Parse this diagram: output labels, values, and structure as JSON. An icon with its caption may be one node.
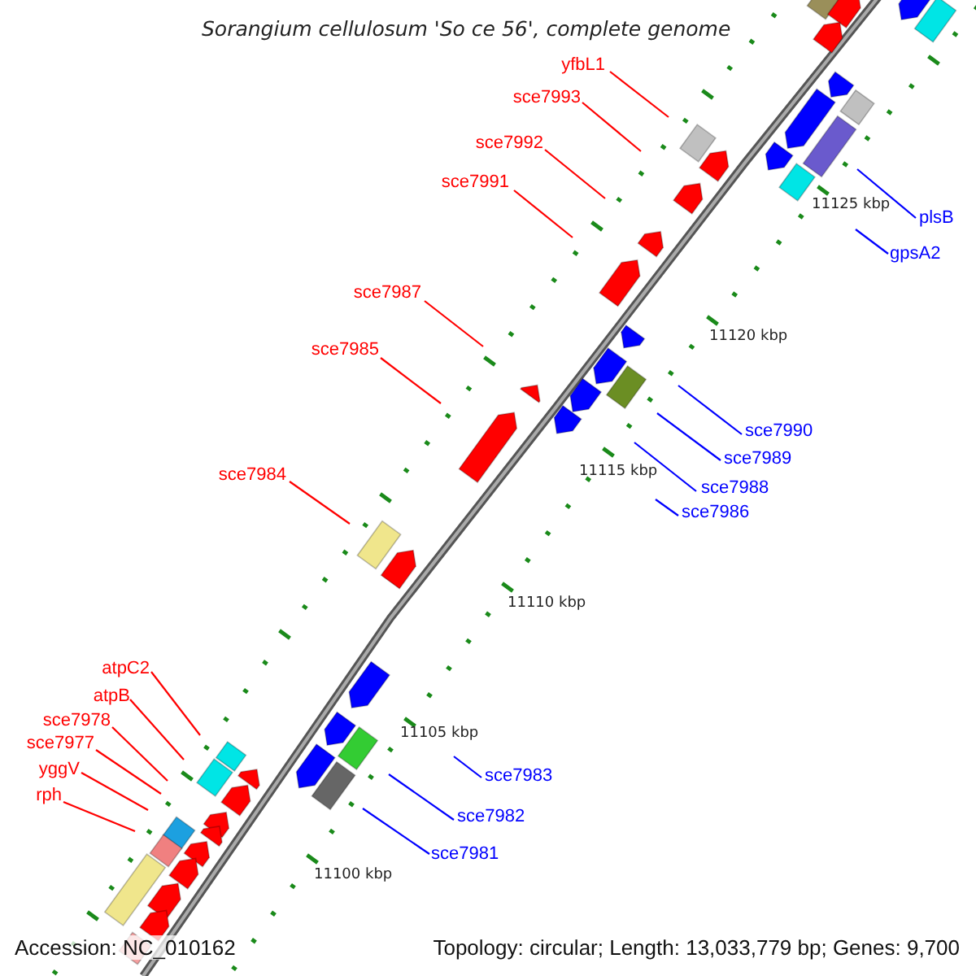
{
  "diagram": {
    "title": "Sorangium cellulosum 'So ce 56', complete genome",
    "nodes": [
      {
        "text": [
          "yfbL1"
        ]
      },
      {
        "text": [
          "sce7993"
        ]
      },
      {
        "text": [
          "sce7992"
        ]
      },
      {
        "text": [
          "sce7991"
        ]
      },
      {
        "text": [
          "plsB"
        ]
      },
      {
        "text": [
          "gpsA2"
        ]
      },
      {
        "text": [
          "sce7987"
        ]
      },
      {
        "text": [
          "sce7985"
        ]
      },
      {
        "text": [
          "sce7990"
        ]
      },
      {
        "text": [
          "sce7989"
        ]
      },
      {
        "text": [
          "sce7988"
        ]
      },
      {
        "text": [
          "sce7986"
        ]
      },
      {
        "text": [
          "sce7984"
        ]
      },
      {
        "text": [
          "atpC2"
        ]
      },
      {
        "text": [
          "atpB"
        ]
      },
      {
        "text": [
          "sce7978"
        ]
      },
      {
        "text": [
          "sce7977"
        ]
      },
      {
        "text": [
          "yggV"
        ]
      },
      {
        "text": [
          "sce7983"
        ]
      },
      {
        "text": [
          "rph"
        ]
      },
      {
        "text": [
          "sce7982"
        ]
      },
      {
        "text": [
          "sce7981"
        ]
      }
    ],
    "edges": [
      {
        "from": 0,
        "to": null,
        "arrow": "none"
      },
      {
        "from": 1,
        "to": null,
        "arrow": "none"
      },
      {
        "from": 2,
        "to": null,
        "arrow": "none"
      },
      {
        "from": 3,
        "to": null,
        "arrow": "none"
      },
      {
        "from": 4,
        "to": null,
        "arrow": "none",
        "color": "#0000ff"
      },
      {
        "from": 5,
        "to": null,
        "arrow": "none",
        "color": "#0000ff"
      },
      {
        "from": 6,
        "to": null,
        "arrow": "none"
      },
      {
        "from": 7,
        "to": null,
        "arrow": "none"
      },
      {
        "from": 8,
        "to": null,
        "arrow": "none",
        "color": "#0000ff"
      },
      {
        "from": 9,
        "to": null,
        "arrow": "none",
        "color": "#0000ff"
      },
      {
        "from": 10,
        "to": null,
        "arrow": "none",
        "color": "#0000ff"
      },
      {
        "from": 11,
        "to": null,
        "arrow": "none",
        "color": "#0000ff"
      },
      {
        "from": 12,
        "to": null,
        "arrow": "none"
      },
      {
        "from": 13,
        "to": null,
        "arrow": "none"
      },
      {
        "from": 14,
        "to": null,
        "arrow": "none"
      },
      {
        "from": 15,
        "to": null,
        "arrow": "none"
      },
      {
        "from": 16,
        "to": null,
        "arrow": "none"
      },
      {
        "from": 17,
        "to": null,
        "arrow": "none"
      },
      {
        "from": 18,
        "to": null,
        "arrow": "none",
        "color": "#0000ff"
      },
      {
        "from": 19,
        "to": null,
        "arrow": "none"
      },
      {
        "from": 20,
        "to": null,
        "arrow": "none",
        "color": "#0000ff"
      },
      {
        "from": 21,
        "to": null,
        "arrow": "none",
        "color": "#0000ff"
      }
    ],
    "labels": [
      "11125 kbp",
      "11120 kbp",
      "11115 kbp",
      "11110 kbp",
      "11105 kbp",
      "11100 kbp",
      "Accession: NC_010162",
      "Topology: circular; Length: 13,033,779 bp; Genes: 9,700"
    ]
  }
}
